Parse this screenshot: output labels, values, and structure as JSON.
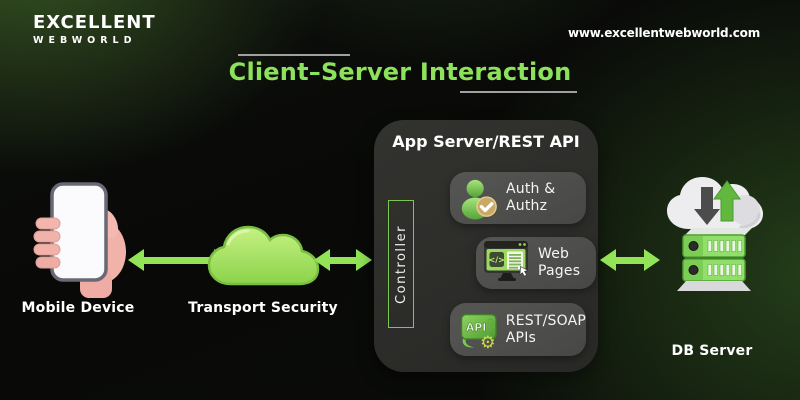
{
  "header": {
    "logo_line1": "EXCELLENT",
    "logo_line2": "WEBWORLD",
    "website_url": "www.excellentwebworld.com"
  },
  "title": "Client–Server Interaction",
  "diagram": {
    "mobile_label": "Mobile Device",
    "transport_label": "Transport Security",
    "db_label": "DB Server",
    "app_server": {
      "title": "App Server/REST API",
      "controller": "Controller",
      "services": [
        {
          "line1": "Auth &",
          "line2": "Authz",
          "icon": "user-check-icon"
        },
        {
          "line1": "Web",
          "line2": "Pages",
          "icon": "code-monitor-icon"
        },
        {
          "line1": "REST/SOAP",
          "line2": "APIs",
          "icon": "api-gear-icon"
        }
      ]
    },
    "connections": [
      {
        "from": "Mobile Device",
        "to": "Transport Security",
        "type": "bidirectional-arrow"
      },
      {
        "from": "Transport Security",
        "to": "App Server/REST API",
        "type": "bidirectional-arrow"
      },
      {
        "from": "App Server/REST API",
        "to": "DB Server",
        "type": "bidirectional-arrow"
      }
    ]
  },
  "icon_glyphs": {
    "code": "</>",
    "api": "API",
    "gear": "⚙"
  },
  "colors": {
    "accent_green": "#93e356",
    "title_green": "#8de25b",
    "cloud_green": "#a3e55c",
    "panel_gray": "#2d2d2b",
    "pill_gray": "#4f4f4d",
    "underline_gray": "#a0a0a0",
    "hand_pink": "#f1b2aa"
  }
}
